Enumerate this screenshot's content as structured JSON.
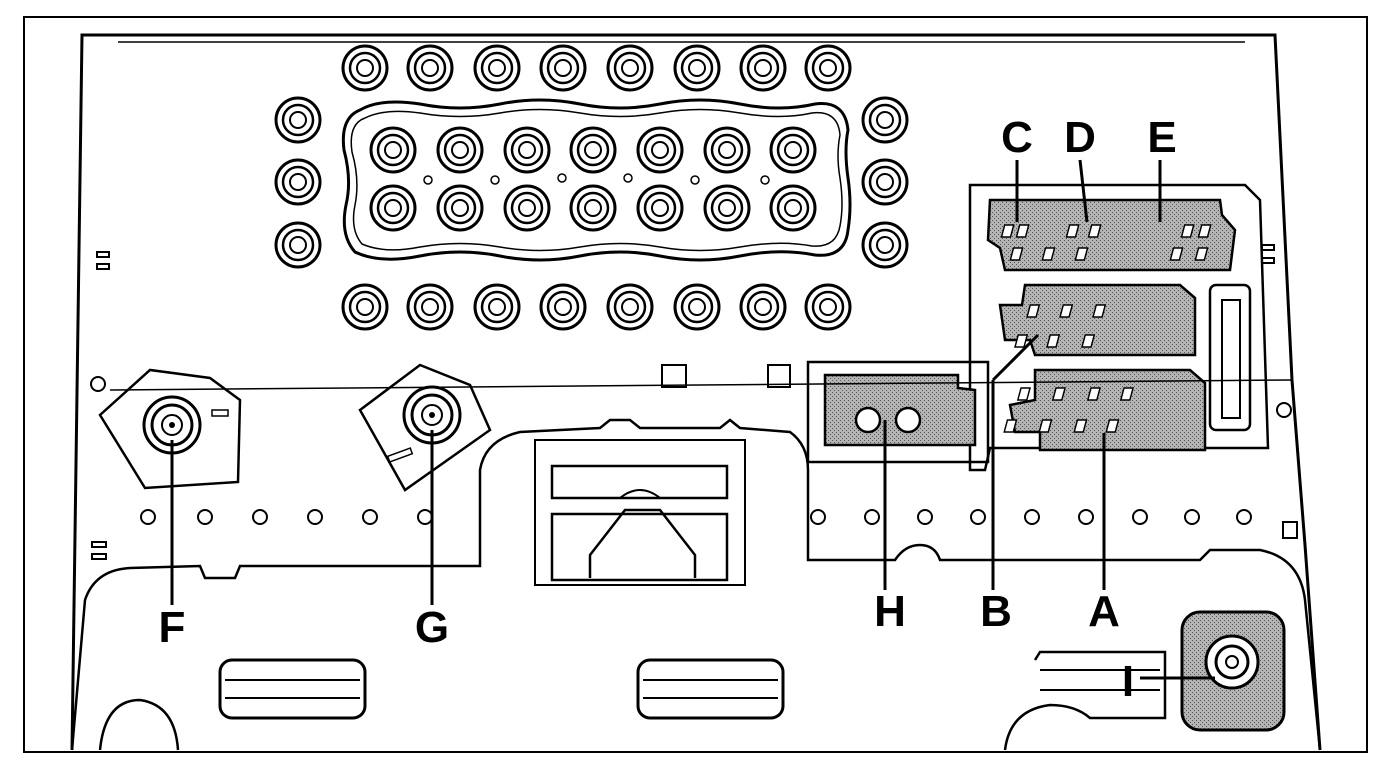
{
  "labels": {
    "A": "A",
    "B": "B",
    "C": "C",
    "D": "D",
    "E": "E",
    "F": "F",
    "G": "G",
    "H": "H",
    "I": "I"
  }
}
